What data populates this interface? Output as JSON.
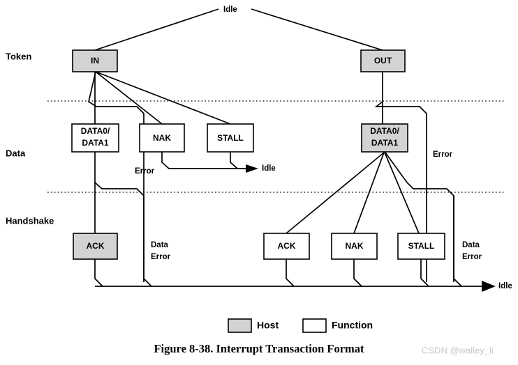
{
  "figure": {
    "caption": "Figure 8-38.  Interrupt Transaction Format",
    "watermark": "CSDN @walley_li"
  },
  "row_labels": [
    {
      "id": "token",
      "label": "Token"
    },
    {
      "id": "data",
      "label": "Data"
    },
    {
      "id": "handshake",
      "label": "Handshake"
    }
  ],
  "idle_labels": {
    "top": "Idle",
    "middle": "Idle",
    "bottom": "Idle"
  },
  "error_labels": {
    "left_data_error": "Error",
    "left_handshake_error": "Data\nError",
    "left_handshake_error_line1": "Data",
    "left_handshake_error_line2": "Error",
    "right_data_error": "Error",
    "right_handshake_error_line1": "Data",
    "right_handshake_error_line2": "Error"
  },
  "nodes": {
    "token_in": {
      "label": "IN",
      "kind": "host"
    },
    "token_out": {
      "label": "OUT",
      "kind": "host"
    },
    "data_in_payload_line1": "DATA0/",
    "data_in_payload_line2": "DATA1",
    "data_in_nak": {
      "label": "NAK",
      "kind": "function"
    },
    "data_in_stall": {
      "label": "STALL",
      "kind": "function"
    },
    "data_out_payload_line1": "DATA0/",
    "data_out_payload_line2": "DATA1",
    "handshake_in_ack": {
      "label": "ACK",
      "kind": "host"
    },
    "handshake_out_ack": {
      "label": "ACK",
      "kind": "function"
    },
    "handshake_out_nak": {
      "label": "NAK",
      "kind": "function"
    },
    "handshake_out_stall": {
      "label": "STALL",
      "kind": "function"
    }
  },
  "legend": {
    "host_label": "Host",
    "function_label": "Function"
  },
  "colors": {
    "host_fill": "#d3d3d3",
    "function_fill": "#ffffff",
    "line": "#000000",
    "watermark": "#c8c8c8"
  }
}
